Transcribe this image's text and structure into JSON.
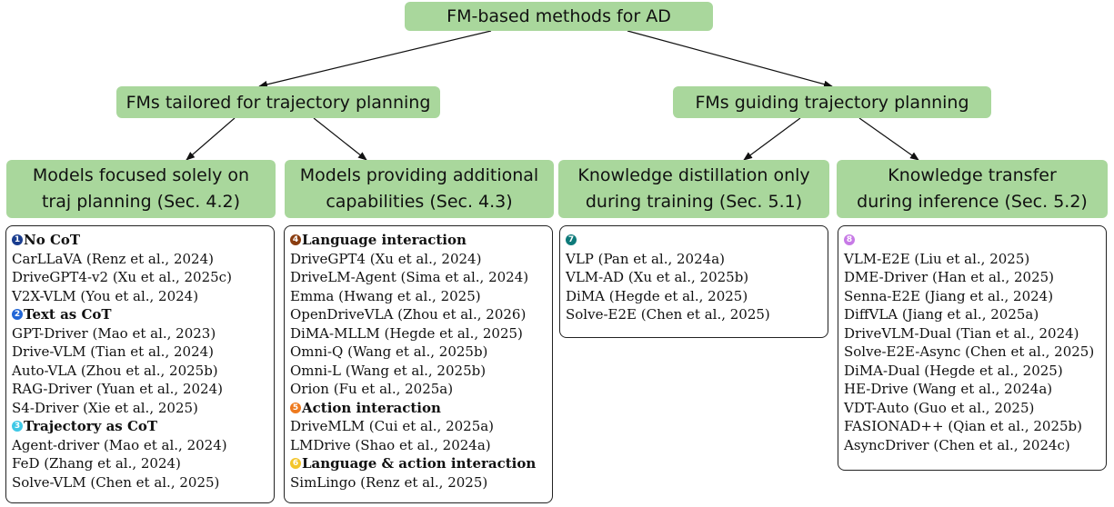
{
  "root": {
    "label": "FM-based methods for AD"
  },
  "branches": [
    {
      "label": "FMs tailored for trajectory planning"
    },
    {
      "label": "FMs guiding trajectory planning"
    }
  ],
  "leaves": [
    {
      "label": "Models focused solely on\ntraj planning (Sec. 4.2)"
    },
    {
      "label": "Models providing additional\ncapabilities (Sec. 4.3)"
    },
    {
      "label": "Knowledge distillation only\nduring training (Sec. 5.1)"
    },
    {
      "label": "Knowledge transfer\nduring inference (Sec. 5.2)"
    }
  ],
  "lists": [
    {
      "groups": [
        {
          "badge": "1",
          "badge_color": "#1a3d8f",
          "title": "No CoT",
          "items": [
            "CarLLaVA (Renz et al., 2024)",
            "DriveGPT4-v2 (Xu et al., 2025c)",
            "V2X-VLM (You et al., 2024)"
          ]
        },
        {
          "badge": "2",
          "badge_color": "#2166d6",
          "title": "Text as CoT",
          "items": [
            "GPT-Driver (Mao et al., 2023)",
            "Drive-VLM (Tian et al., 2024)",
            "Auto-VLA (Zhou et al., 2025b)",
            "RAG-Driver (Yuan et al., 2024)",
            "S4-Driver (Xie et al., 2025)"
          ]
        },
        {
          "badge": "3",
          "badge_color": "#3ec8e6",
          "title": "Trajectory as CoT",
          "items": [
            "Agent-driver (Mao et al., 2024)",
            "FeD (Zhang et al., 2024)",
            "Solve-VLM (Chen et al., 2025)"
          ]
        }
      ]
    },
    {
      "groups": [
        {
          "badge": "4",
          "badge_color": "#8a3d10",
          "title": "Language interaction",
          "items": [
            "DriveGPT4 (Xu et al., 2024)",
            "DriveLM-Agent (Sima et al., 2024)",
            "Emma (Hwang et al., 2025)",
            "OpenDriveVLA (Zhou et al., 2026)",
            "DiMA-MLLM (Hegde et al., 2025)",
            "Omni-Q (Wang et al., 2025b)",
            "Omni-L (Wang et al., 2025b)",
            "Orion (Fu et al., 2025a)"
          ]
        },
        {
          "badge": "5",
          "badge_color": "#ee7a1e",
          "title": "Action interaction",
          "items": [
            "DriveMLM (Cui et al., 2025a)",
            "LMDrive (Shao et al., 2024a)"
          ]
        },
        {
          "badge": "6",
          "badge_color": "#f3c52a",
          "title": "Language & action interaction",
          "items": [
            "SimLingo (Renz et al., 2025)"
          ]
        }
      ]
    },
    {
      "groups": [
        {
          "badge": "7",
          "badge_color": "#0e7a7a",
          "title": "",
          "items": [
            "VLP (Pan et al., 2024a)",
            "VLM-AD (Xu et al., 2025b)",
            "DiMA (Hegde et al., 2025)",
            "Solve-E2E (Chen et al., 2025)"
          ]
        }
      ]
    },
    {
      "groups": [
        {
          "badge": "8",
          "badge_color": "#c77ae6",
          "title": "",
          "items": [
            "VLM-E2E (Liu et al., 2025)",
            "DME-Driver (Han et al., 2025)",
            "Senna-E2E (Jiang et al., 2024)",
            "DiffVLA (Jiang et al., 2025a)",
            "DriveVLM-Dual (Tian et al., 2024)",
            "Solve-E2E-Async (Chen et al., 2025)",
            "DiMA-Dual (Hegde et al., 2025)",
            "HE-Drive (Wang et al., 2024a)",
            "VDT-Auto (Guo et al., 2025)",
            "FASIONAD++ (Qian et al., 2025b)",
            "AsyncDriver (Chen et al., 2024c)"
          ]
        }
      ]
    }
  ]
}
